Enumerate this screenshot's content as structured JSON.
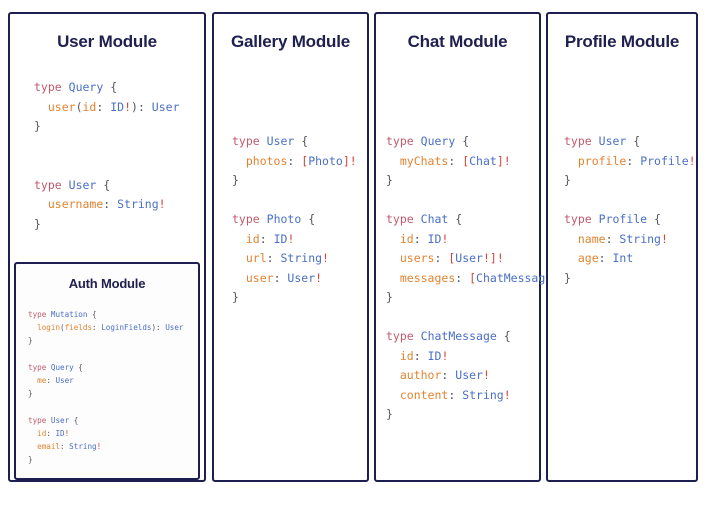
{
  "theme": {
    "background": "#ffffff",
    "card_border": "#1e1e50",
    "title_color": "#20204f",
    "token_keyword": "#c25a6c",
    "token_typename": "#4a6fc4",
    "token_field": "#e08431",
    "token_punctuation": "#55555f",
    "token_bang": "#d2453c"
  },
  "modules": [
    {
      "id": "user",
      "title": "User Module",
      "code_lines": [
        [
          {
            "t": "type",
            "c": "keyword"
          },
          {
            "t": " ",
            "c": "punc"
          },
          {
            "t": "Query",
            "c": "typename"
          },
          {
            "t": " {",
            "c": "punc"
          }
        ],
        [
          {
            "t": "  ",
            "c": "punc"
          },
          {
            "t": "user",
            "c": "field"
          },
          {
            "t": "(",
            "c": "punc"
          },
          {
            "t": "id",
            "c": "field"
          },
          {
            "t": ": ",
            "c": "punc"
          },
          {
            "t": "ID",
            "c": "typename"
          },
          {
            "t": "!",
            "c": "bang"
          },
          {
            "t": "): ",
            "c": "punc"
          },
          {
            "t": "User",
            "c": "typename"
          }
        ],
        [
          {
            "t": "}",
            "c": "punc"
          }
        ],
        [],
        [],
        [
          {
            "t": "type",
            "c": "keyword"
          },
          {
            "t": " ",
            "c": "punc"
          },
          {
            "t": "User",
            "c": "typename"
          },
          {
            "t": " {",
            "c": "punc"
          }
        ],
        [
          {
            "t": "  ",
            "c": "punc"
          },
          {
            "t": "username",
            "c": "field"
          },
          {
            "t": ": ",
            "c": "punc"
          },
          {
            "t": "String",
            "c": "typename"
          },
          {
            "t": "!",
            "c": "bang"
          }
        ],
        [
          {
            "t": "}",
            "c": "punc"
          }
        ]
      ]
    },
    {
      "id": "auth",
      "title": "Auth Module",
      "nested_in": "user",
      "code_lines": [
        [
          {
            "t": "type",
            "c": "keyword"
          },
          {
            "t": " ",
            "c": "punc"
          },
          {
            "t": "Mutation",
            "c": "typename"
          },
          {
            "t": " {",
            "c": "punc"
          }
        ],
        [
          {
            "t": "  ",
            "c": "punc"
          },
          {
            "t": "login",
            "c": "field"
          },
          {
            "t": "(",
            "c": "punc"
          },
          {
            "t": "fields",
            "c": "field"
          },
          {
            "t": ": ",
            "c": "punc"
          },
          {
            "t": "LoginFields",
            "c": "typename"
          },
          {
            "t": "): ",
            "c": "punc"
          },
          {
            "t": "User",
            "c": "typename"
          }
        ],
        [
          {
            "t": "}",
            "c": "punc"
          }
        ],
        [],
        [
          {
            "t": "type",
            "c": "keyword"
          },
          {
            "t": " ",
            "c": "punc"
          },
          {
            "t": "Query",
            "c": "typename"
          },
          {
            "t": " {",
            "c": "punc"
          }
        ],
        [
          {
            "t": "  ",
            "c": "punc"
          },
          {
            "t": "me",
            "c": "field"
          },
          {
            "t": ": ",
            "c": "punc"
          },
          {
            "t": "User",
            "c": "typename"
          }
        ],
        [
          {
            "t": "}",
            "c": "punc"
          }
        ],
        [],
        [
          {
            "t": "type",
            "c": "keyword"
          },
          {
            "t": " ",
            "c": "punc"
          },
          {
            "t": "User",
            "c": "typename"
          },
          {
            "t": " {",
            "c": "punc"
          }
        ],
        [
          {
            "t": "  ",
            "c": "punc"
          },
          {
            "t": "id",
            "c": "field"
          },
          {
            "t": ": ",
            "c": "punc"
          },
          {
            "t": "ID",
            "c": "typename"
          },
          {
            "t": "!",
            "c": "bang"
          }
        ],
        [
          {
            "t": "  ",
            "c": "punc"
          },
          {
            "t": "email",
            "c": "field"
          },
          {
            "t": ": ",
            "c": "punc"
          },
          {
            "t": "String",
            "c": "typename"
          },
          {
            "t": "!",
            "c": "bang"
          }
        ],
        [
          {
            "t": "}",
            "c": "punc"
          }
        ]
      ]
    },
    {
      "id": "gallery",
      "title": "Gallery Module",
      "code_lines": [
        [
          {
            "t": "type",
            "c": "keyword"
          },
          {
            "t": " ",
            "c": "punc"
          },
          {
            "t": "User",
            "c": "typename"
          },
          {
            "t": " {",
            "c": "punc"
          }
        ],
        [
          {
            "t": "  ",
            "c": "punc"
          },
          {
            "t": "photos",
            "c": "field"
          },
          {
            "t": ": ",
            "c": "punc"
          },
          {
            "t": "[",
            "c": "bang"
          },
          {
            "t": "Photo",
            "c": "typename"
          },
          {
            "t": "]",
            "c": "bang"
          },
          {
            "t": "!",
            "c": "bang"
          }
        ],
        [
          {
            "t": "}",
            "c": "punc"
          }
        ],
        [],
        [
          {
            "t": "type",
            "c": "keyword"
          },
          {
            "t": " ",
            "c": "punc"
          },
          {
            "t": "Photo",
            "c": "typename"
          },
          {
            "t": " {",
            "c": "punc"
          }
        ],
        [
          {
            "t": "  ",
            "c": "punc"
          },
          {
            "t": "id",
            "c": "field"
          },
          {
            "t": ": ",
            "c": "punc"
          },
          {
            "t": "ID",
            "c": "typename"
          },
          {
            "t": "!",
            "c": "bang"
          }
        ],
        [
          {
            "t": "  ",
            "c": "punc"
          },
          {
            "t": "url",
            "c": "field"
          },
          {
            "t": ": ",
            "c": "punc"
          },
          {
            "t": "String",
            "c": "typename"
          },
          {
            "t": "!",
            "c": "bang"
          }
        ],
        [
          {
            "t": "  ",
            "c": "punc"
          },
          {
            "t": "user",
            "c": "field"
          },
          {
            "t": ": ",
            "c": "punc"
          },
          {
            "t": "User",
            "c": "typename"
          },
          {
            "t": "!",
            "c": "bang"
          }
        ],
        [
          {
            "t": "}",
            "c": "punc"
          }
        ]
      ]
    },
    {
      "id": "chat",
      "title": "Chat Module",
      "code_lines": [
        [
          {
            "t": "type",
            "c": "keyword"
          },
          {
            "t": " ",
            "c": "punc"
          },
          {
            "t": "Query",
            "c": "typename"
          },
          {
            "t": " {",
            "c": "punc"
          }
        ],
        [
          {
            "t": "  ",
            "c": "punc"
          },
          {
            "t": "myChats",
            "c": "field"
          },
          {
            "t": ": ",
            "c": "punc"
          },
          {
            "t": "[",
            "c": "bang"
          },
          {
            "t": "Chat",
            "c": "typename"
          },
          {
            "t": "]",
            "c": "bang"
          },
          {
            "t": "!",
            "c": "bang"
          }
        ],
        [
          {
            "t": "}",
            "c": "punc"
          }
        ],
        [],
        [
          {
            "t": "type",
            "c": "keyword"
          },
          {
            "t": " ",
            "c": "punc"
          },
          {
            "t": "Chat",
            "c": "typename"
          },
          {
            "t": " {",
            "c": "punc"
          }
        ],
        [
          {
            "t": "  ",
            "c": "punc"
          },
          {
            "t": "id",
            "c": "field"
          },
          {
            "t": ": ",
            "c": "punc"
          },
          {
            "t": "ID",
            "c": "typename"
          },
          {
            "t": "!",
            "c": "bang"
          }
        ],
        [
          {
            "t": "  ",
            "c": "punc"
          },
          {
            "t": "users",
            "c": "field"
          },
          {
            "t": ": ",
            "c": "punc"
          },
          {
            "t": "[",
            "c": "bang"
          },
          {
            "t": "User",
            "c": "typename"
          },
          {
            "t": "!",
            "c": "bang"
          },
          {
            "t": "]",
            "c": "bang"
          },
          {
            "t": "!",
            "c": "bang"
          }
        ],
        [
          {
            "t": "  ",
            "c": "punc"
          },
          {
            "t": "messages",
            "c": "field"
          },
          {
            "t": ": ",
            "c": "punc"
          },
          {
            "t": "[",
            "c": "bang"
          },
          {
            "t": "ChatMessage",
            "c": "typename"
          },
          {
            "t": "]",
            "c": "bang"
          },
          {
            "t": "!",
            "c": "bang"
          }
        ],
        [
          {
            "t": "}",
            "c": "punc"
          }
        ],
        [],
        [
          {
            "t": "type",
            "c": "keyword"
          },
          {
            "t": " ",
            "c": "punc"
          },
          {
            "t": "ChatMessage",
            "c": "typename"
          },
          {
            "t": " {",
            "c": "punc"
          }
        ],
        [
          {
            "t": "  ",
            "c": "punc"
          },
          {
            "t": "id",
            "c": "field"
          },
          {
            "t": ": ",
            "c": "punc"
          },
          {
            "t": "ID",
            "c": "typename"
          },
          {
            "t": "!",
            "c": "bang"
          }
        ],
        [
          {
            "t": "  ",
            "c": "punc"
          },
          {
            "t": "author",
            "c": "field"
          },
          {
            "t": ": ",
            "c": "punc"
          },
          {
            "t": "User",
            "c": "typename"
          },
          {
            "t": "!",
            "c": "bang"
          }
        ],
        [
          {
            "t": "  ",
            "c": "punc"
          },
          {
            "t": "content",
            "c": "field"
          },
          {
            "t": ": ",
            "c": "punc"
          },
          {
            "t": "String",
            "c": "typename"
          },
          {
            "t": "!",
            "c": "bang"
          }
        ],
        [
          {
            "t": "}",
            "c": "punc"
          }
        ]
      ]
    },
    {
      "id": "profile",
      "title": "Profile Module",
      "code_lines": [
        [
          {
            "t": "type",
            "c": "keyword"
          },
          {
            "t": " ",
            "c": "punc"
          },
          {
            "t": "User",
            "c": "typename"
          },
          {
            "t": " {",
            "c": "punc"
          }
        ],
        [
          {
            "t": "  ",
            "c": "punc"
          },
          {
            "t": "profile",
            "c": "field"
          },
          {
            "t": ": ",
            "c": "punc"
          },
          {
            "t": "Profile",
            "c": "typename"
          },
          {
            "t": "!",
            "c": "bang"
          }
        ],
        [
          {
            "t": "}",
            "c": "punc"
          }
        ],
        [],
        [
          {
            "t": "type",
            "c": "keyword"
          },
          {
            "t": " ",
            "c": "punc"
          },
          {
            "t": "Profile",
            "c": "typename"
          },
          {
            "t": " {",
            "c": "punc"
          }
        ],
        [
          {
            "t": "  ",
            "c": "punc"
          },
          {
            "t": "name",
            "c": "field"
          },
          {
            "t": ": ",
            "c": "punc"
          },
          {
            "t": "String",
            "c": "typename"
          },
          {
            "t": "!",
            "c": "bang"
          }
        ],
        [
          {
            "t": "  ",
            "c": "punc"
          },
          {
            "t": "age",
            "c": "field"
          },
          {
            "t": ": ",
            "c": "punc"
          },
          {
            "t": "Int",
            "c": "typename"
          }
        ],
        [
          {
            "t": "}",
            "c": "punc"
          }
        ]
      ]
    }
  ]
}
